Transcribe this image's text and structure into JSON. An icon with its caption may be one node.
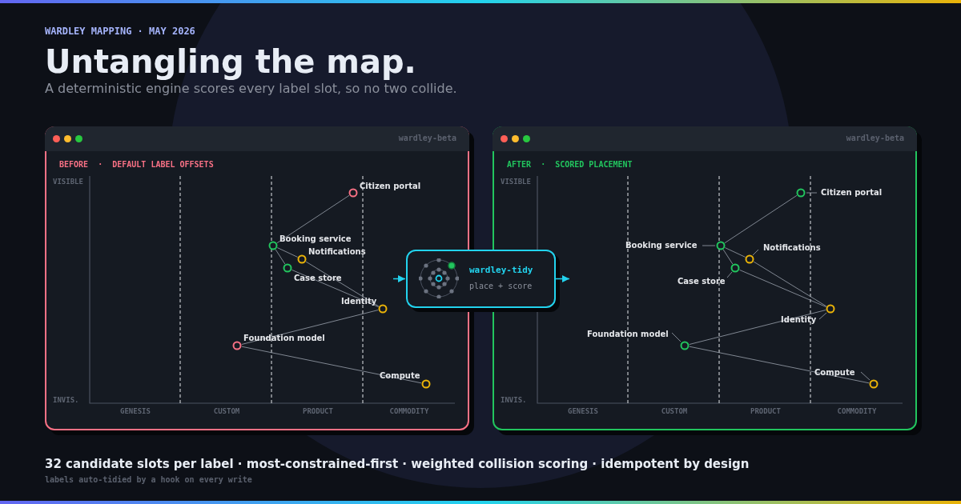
{
  "diagram": {
    "title": "Untangling the map.",
    "nodes": [
      {
        "text": [
          "wardley-beta",
          "BEFORE · DEFAULT LABEL OFFSETS"
        ]
      },
      {
        "text": [
          "Citizen portal"
        ],
        "in": 0
      },
      {
        "text": [
          "Booking service"
        ],
        "in": 0
      },
      {
        "text": [
          "Notifications"
        ],
        "in": 0
      },
      {
        "text": [
          "Case store"
        ],
        "in": 0
      },
      {
        "text": [
          "Identity"
        ],
        "in": 0
      },
      {
        "text": [
          "Foundation model"
        ],
        "in": 0
      },
      {
        "text": [
          "Compute"
        ],
        "in": 0
      },
      {
        "text": [
          "wardley-tidy",
          "place + score"
        ]
      },
      {
        "text": [
          "wardley-beta",
          "AFTER · SCORED PLACEMENT"
        ]
      },
      {
        "text": [
          "Citizen portal"
        ],
        "in": 9
      },
      {
        "text": [
          "Booking service"
        ],
        "in": 9
      },
      {
        "text": [
          "Notifications"
        ],
        "in": 9
      },
      {
        "text": [
          "Case store"
        ],
        "in": 9
      },
      {
        "text": [
          "Identity"
        ],
        "in": 9
      },
      {
        "text": [
          "Foundation model"
        ],
        "in": 9
      },
      {
        "text": [
          "Compute"
        ],
        "in": 9
      }
    ],
    "edges": [
      {
        "from": 1,
        "to": 2,
        "arrow": "none"
      },
      {
        "from": 2,
        "to": 3,
        "arrow": "none"
      },
      {
        "from": 2,
        "to": 4,
        "arrow": "none"
      },
      {
        "from": 3,
        "to": 5,
        "arrow": "none"
      },
      {
        "from": 4,
        "to": 5,
        "arrow": "none"
      },
      {
        "from": 6,
        "to": 5,
        "arrow": "none"
      },
      {
        "from": 6,
        "to": 7,
        "arrow": "none"
      },
      {
        "from": null,
        "to": 8,
        "arrow": "to",
        "color": "#22d3ee"
      },
      {
        "from": 8,
        "to": null,
        "arrow": "to",
        "color": "#22d3ee"
      },
      {
        "from": 10,
        "to": 11,
        "arrow": "none"
      },
      {
        "from": 11,
        "to": 12,
        "arrow": "none"
      },
      {
        "from": 11,
        "to": 13,
        "arrow": "none"
      },
      {
        "from": 12,
        "to": 14,
        "arrow": "none"
      },
      {
        "from": 13,
        "to": 14,
        "arrow": "none"
      },
      {
        "from": 15,
        "to": 14,
        "arrow": "none"
      },
      {
        "from": 15,
        "to": 16,
        "arrow": "none"
      }
    ],
    "labels": [
      "WARDLEY MAPPING · MAY 2026",
      "A deterministic engine scores every label slot, so no two collide.",
      "VISIBLE",
      "INVIS.",
      "GENESIS",
      "CUSTOM",
      "PRODUCT",
      "COMMODITY",
      "VISIBLE",
      "INVIS.",
      "GENESIS",
      "CUSTOM",
      "PRODUCT",
      "COMMODITY",
      "32 candidate slots per label · most-constrained-first · weighted collision scoring · idempotent by design",
      "labels auto-tidied by a hook on every write"
    ]
  }
}
